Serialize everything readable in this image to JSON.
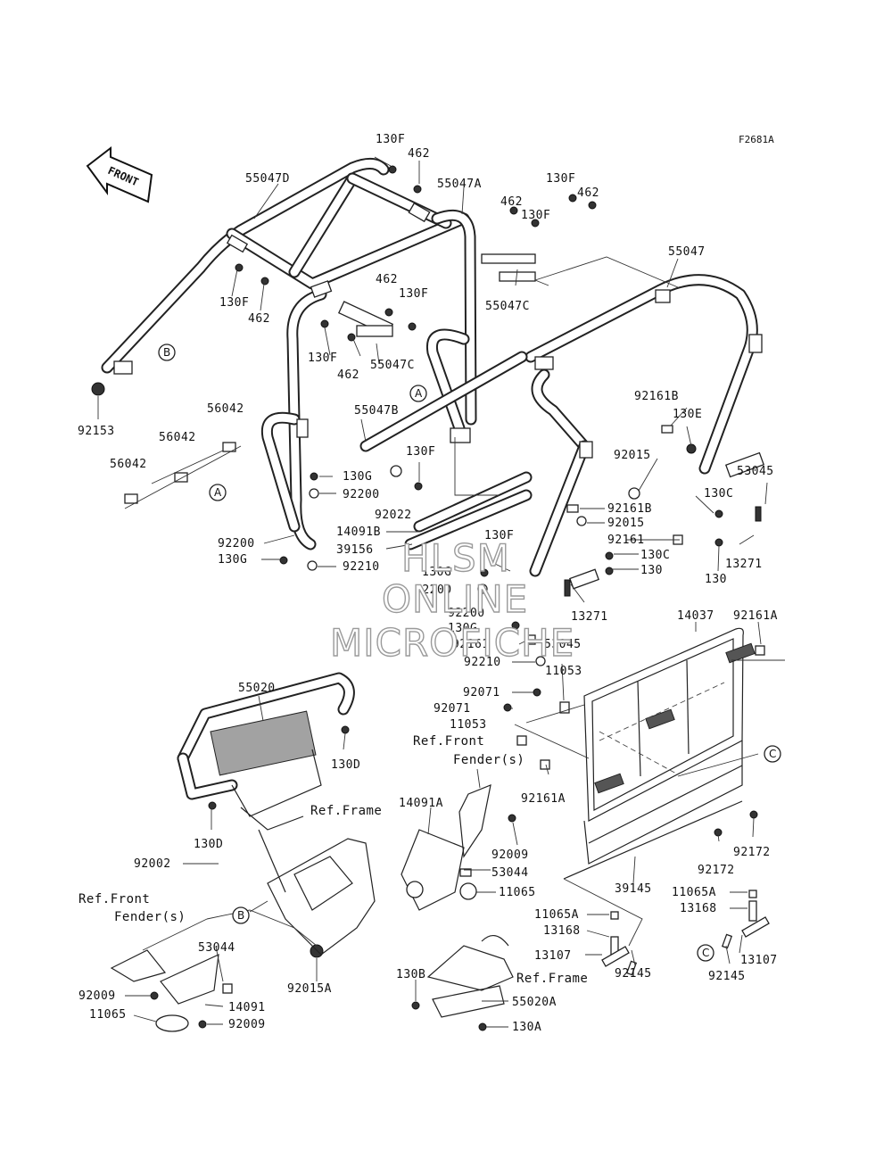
{
  "diagram_code": "F2681A",
  "front_arrow": "FRONT",
  "watermark": [
    "HLSM",
    "ONLINE",
    "MICROFICHE"
  ],
  "callouts": {
    "A": "A",
    "B": "B",
    "C": "C"
  },
  "labels": {
    "l130F_a": "130F",
    "l462_a": "462",
    "l55047D": "55047D",
    "l55047A": "55047A",
    "l130F_b": "130F",
    "l462_b": "462",
    "l462_c": "462",
    "l130F_c": "130F",
    "l55047": "55047",
    "l130F_d": "130F",
    "l462_d": "462",
    "l55047C_a": "55047C",
    "l462_e": "462",
    "l130F_e": "130F",
    "l130F_f": "130F",
    "l462_f": "462",
    "l55047C_b": "55047C",
    "l92153": "92153",
    "l56042_a": "56042",
    "l56042_b": "56042",
    "l56042_c": "56042",
    "l55047B": "55047B",
    "l130F_g": "130F",
    "l92022": "92022",
    "l130G_a": "130G",
    "l92200_a": "92200",
    "l14091B": "14091B",
    "l39156": "39156",
    "l92200_b": "92200",
    "l130G_b": "130G",
    "l92210_a": "92210",
    "l130F_h": "130F",
    "l130G_c": "130G",
    "l92200_c": "92200",
    "l92200_d": "92200",
    "l130G_d": "130G",
    "l92161_a": "92161",
    "l53045_a": "53045",
    "l92210_b": "92210",
    "l92161B_a": "92161B",
    "l130E": "130E",
    "l92015_a": "92015",
    "l53045_b": "53045",
    "l92161B_b": "92161B",
    "l92015_b": "92015",
    "l130C_a": "130C",
    "l92161_b": "92161",
    "l130C_b": "130C",
    "l130_a": "130",
    "l13271_a": "13271",
    "l130_b": "130",
    "l13271_b": "13271",
    "l14037": "14037",
    "l92161A_a": "92161A",
    "l11053_a": "11053",
    "l92071_a": "92071",
    "l92071_b": "92071",
    "l11053_b": "11053",
    "l55020": "55020",
    "l130D_a": "130D",
    "l130D_b": "130D",
    "l92002": "92002",
    "l92161A_b": "92161A",
    "l14091A": "14091A",
    "l92009_a": "92009",
    "l53044_a": "53044",
    "l11065_a": "11065",
    "l92172_a": "92172",
    "l92172_b": "92172",
    "l39145": "39145",
    "l11065A_a": "11065A",
    "l13168_a": "13168",
    "l11065A_b": "11065A",
    "l13168_b": "13168",
    "l13107_a": "13107",
    "l92145_a": "92145",
    "l13107_b": "13107",
    "l92145_b": "92145",
    "l53044_b": "53044",
    "l92015A": "92015A",
    "l92009_b": "92009",
    "l14091": "14091",
    "l11065_b": "11065",
    "l92009_c": "92009",
    "l130B": "130B",
    "l55020A": "55020A",
    "l130A": "130A"
  },
  "refs": {
    "front_fender_1": [
      "Ref.Front",
      "Fender(s)"
    ],
    "frame_1": "Ref.Frame",
    "front_fender_2": [
      "Ref.Front",
      "Fender(s)"
    ],
    "frame_2": "Ref.Frame"
  }
}
